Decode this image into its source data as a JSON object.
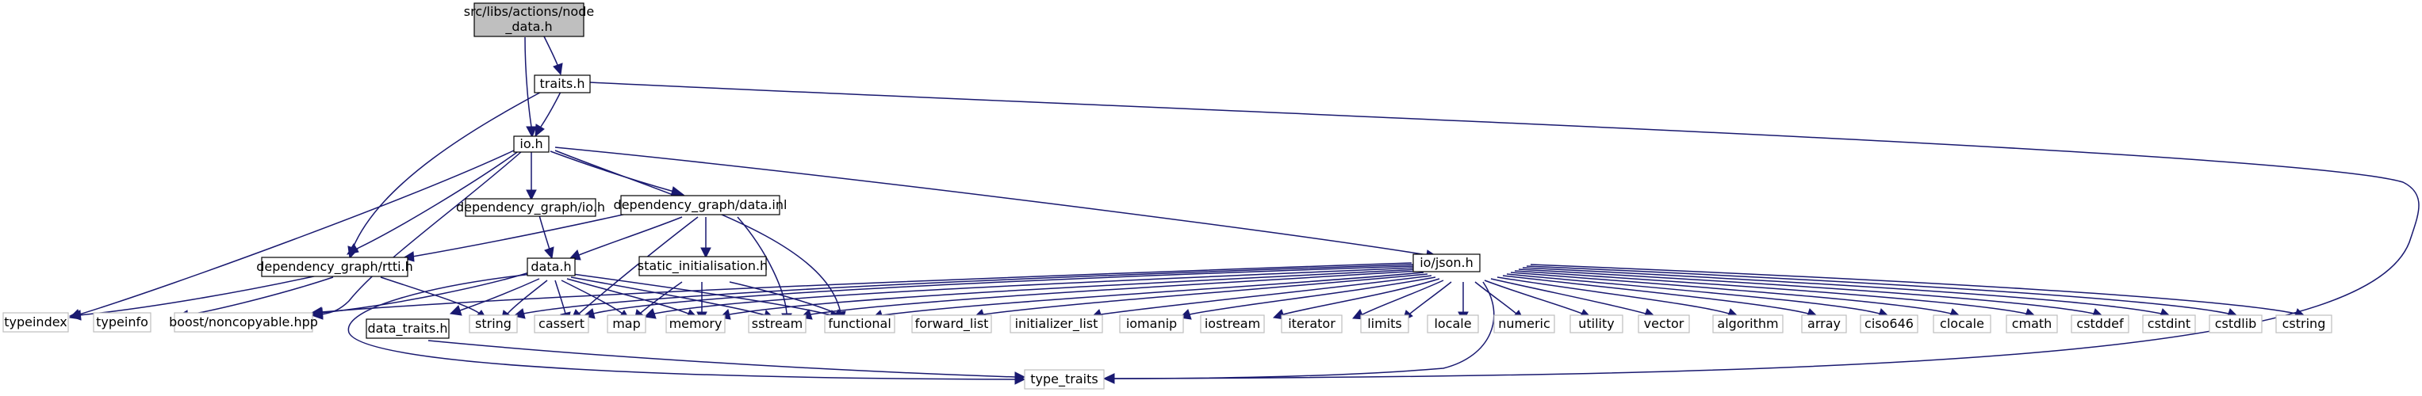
{
  "colors": {
    "edge": "#191970",
    "node_border": "#000000",
    "system_node_border": "#bfbfbf",
    "root_fill": "#bfbfbf"
  },
  "nodes": {
    "root": {
      "line1": "src/libs/actions/node",
      "line2": "_data.h"
    },
    "traits": {
      "label": "traits.h"
    },
    "io": {
      "label": "io.h"
    },
    "dg_io": {
      "label": "dependency_graph/io.h"
    },
    "dg_data_inl": {
      "label": "dependency_graph/data.inl"
    },
    "dg_rtti": {
      "label": "dependency_graph/rtti.h"
    },
    "data_h": {
      "label": "data.h"
    },
    "static_init": {
      "label": "static_initialisation.h"
    },
    "io_json": {
      "label": "io/json.h"
    },
    "data_traits": {
      "label": "data_traits.h"
    },
    "typeindex": {
      "label": "typeindex"
    },
    "typeinfo": {
      "label": "typeinfo"
    },
    "boost_noncopyable": {
      "label": "boost/noncopyable.hpp"
    },
    "string": {
      "label": "string"
    },
    "cassert": {
      "label": "cassert"
    },
    "map": {
      "label": "map"
    },
    "memory": {
      "label": "memory"
    },
    "sstream": {
      "label": "sstream"
    },
    "functional": {
      "label": "functional"
    },
    "forward_list": {
      "label": "forward_list"
    },
    "initializer_list": {
      "label": "initializer_list"
    },
    "iomanip": {
      "label": "iomanip"
    },
    "iostream": {
      "label": "iostream"
    },
    "iterator": {
      "label": "iterator"
    },
    "limits": {
      "label": "limits"
    },
    "locale": {
      "label": "locale"
    },
    "numeric": {
      "label": "numeric"
    },
    "utility": {
      "label": "utility"
    },
    "vector": {
      "label": "vector"
    },
    "algorithm": {
      "label": "algorithm"
    },
    "array": {
      "label": "array"
    },
    "ciso646": {
      "label": "ciso646"
    },
    "clocale": {
      "label": "clocale"
    },
    "cmath": {
      "label": "cmath"
    },
    "cstddef": {
      "label": "cstddef"
    },
    "cstdint": {
      "label": "cstdint"
    },
    "cstdlib": {
      "label": "cstdlib"
    },
    "cstring": {
      "label": "cstring"
    },
    "type_traits": {
      "label": "type_traits"
    }
  }
}
